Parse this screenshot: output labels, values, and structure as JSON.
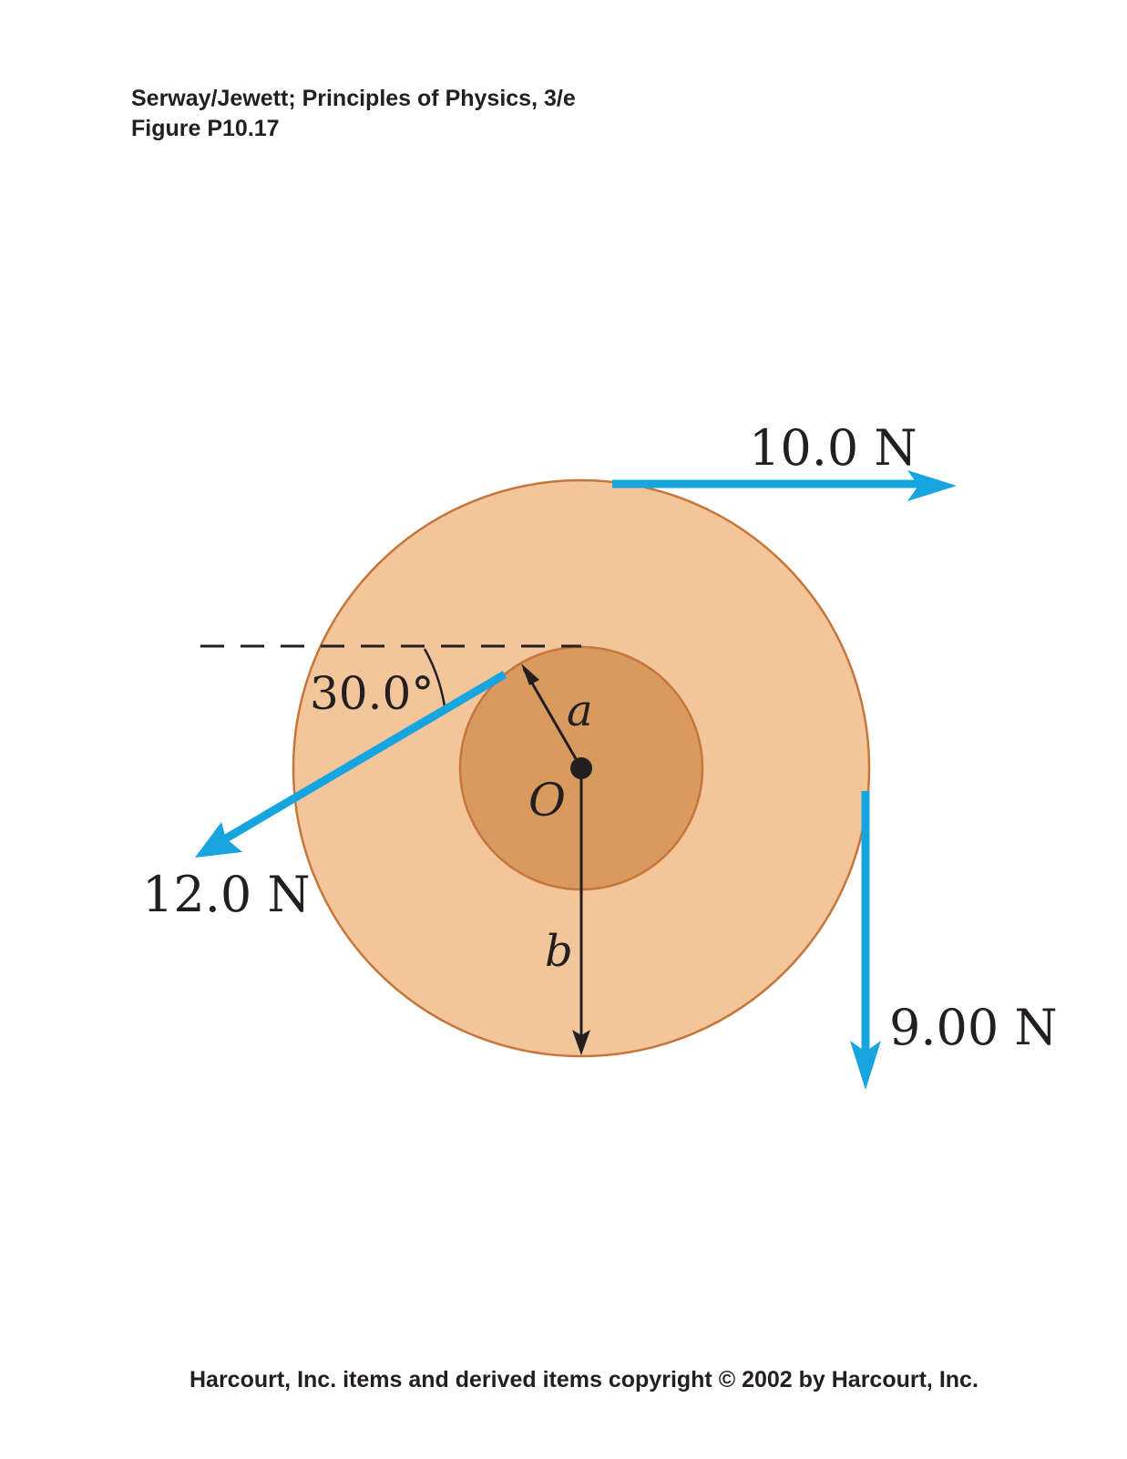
{
  "header": {
    "line1": "Serway/Jewett; Principles of Physics, 3/e",
    "line2": "Figure P10.17"
  },
  "footer": "Harcourt, Inc. items and derived items copyright © 2002 by Harcourt, Inc.",
  "diagram": {
    "forces": {
      "top": "10.0 N",
      "left": "12.0 N",
      "right": "9.00 N"
    },
    "angle": "30.0°",
    "inner_radius_label": "a",
    "outer_radius_label": "b",
    "center_label": "O"
  },
  "colors": {
    "outer_disk": "#f3c59b",
    "inner_disk": "#d89a5f",
    "rim": "#c7763a",
    "force": "#17a5e0",
    "ink": "#231f20"
  }
}
